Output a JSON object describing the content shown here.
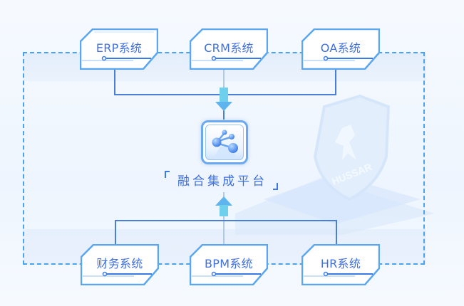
{
  "diagram": {
    "hub": {
      "title": "融合集成平台",
      "icon": "share-network-icon"
    },
    "top_systems": [
      {
        "label": "ERP系统"
      },
      {
        "label": "CRM系统"
      },
      {
        "label": "OA系统"
      }
    ],
    "bottom_systems": [
      {
        "label": "财务系统"
      },
      {
        "label": "BPM系统"
      },
      {
        "label": "HR系统"
      }
    ],
    "flow": [
      {
        "from": "top_systems",
        "to": "hub",
        "direction": "down"
      },
      {
        "from": "bottom_systems",
        "to": "hub",
        "direction": "up"
      }
    ],
    "watermark_text": "HUSSAR",
    "colors": {
      "primary": "#3f6fe0",
      "dashed_border": "#4aa3ee",
      "connector": "#4a7fd8",
      "arrow": "#6fd0ee",
      "background": "#f2f7fe"
    }
  }
}
